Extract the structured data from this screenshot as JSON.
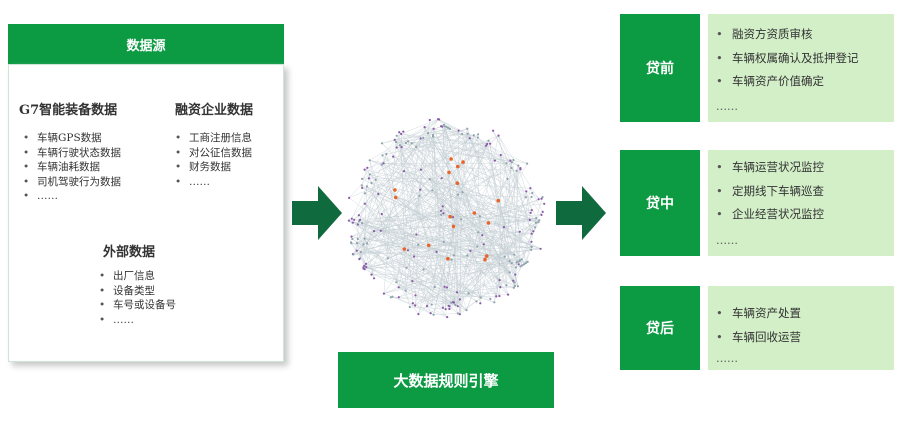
{
  "source": {
    "header": "数据源",
    "groups": [
      {
        "title": "G7智能装备数据",
        "items": [
          "车辆GPS数据",
          "车辆行驶状态数据",
          "车辆油耗数据",
          "司机驾驶行为数据",
          "……"
        ]
      },
      {
        "title": "融资企业数据",
        "items": [
          "工商注册信息",
          "对公征信数据",
          "财务数据",
          "……"
        ]
      },
      {
        "title": "外部数据",
        "items": [
          "出厂信息",
          "设备类型",
          "车号或设备号",
          "……"
        ]
      }
    ]
  },
  "engine": {
    "label": "大数据规则引擎"
  },
  "stages": [
    {
      "label": "贷前",
      "items": [
        "融资方资质审核",
        "车辆权属确认及抵押登记",
        "车辆资产价值确定"
      ],
      "more": "……"
    },
    {
      "label": "贷中",
      "items": [
        "车辆运营状况监控",
        "定期线下车辆巡查",
        "企业经营状况监控"
      ],
      "more": "……"
    },
    {
      "label": "贷后",
      "items": [
        "车辆资产处置",
        "车辆回收运营"
      ],
      "more": "……"
    }
  ],
  "colors": {
    "brand_green": "#0c9a43",
    "arrow_green": "#0f6b3d",
    "stage_bg": "#d3efc8",
    "node_orange": "#e8642a",
    "node_purple": "#8a5aa8",
    "edge_gray": "#8fa3ad"
  }
}
